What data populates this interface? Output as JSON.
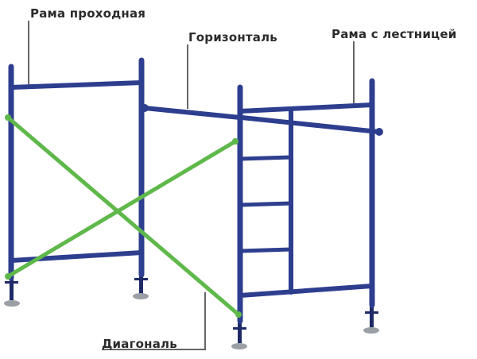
{
  "labels": {
    "walk_through_frame": "Рама проходная",
    "horizontal": "Горизонталь",
    "ladder_frame": "Рама с лестницей",
    "diagonal": "Диагональ"
  },
  "colors": {
    "frame": "#2e3e8f",
    "frame_highlight": "#4a5bb8",
    "diagonal": "#5fb84a",
    "callout": "#555555",
    "base_plate": "#9aa0a6",
    "text": "#2b2b2b"
  }
}
